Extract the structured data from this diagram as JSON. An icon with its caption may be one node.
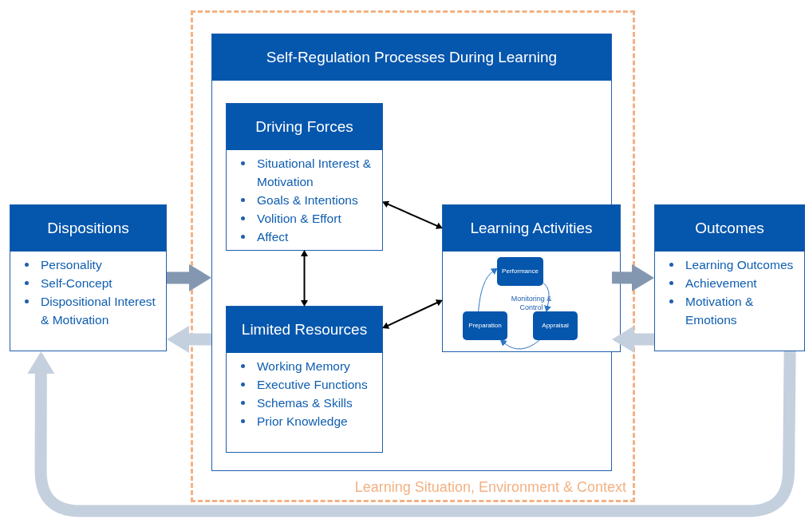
{
  "diagram": {
    "nodes": [
      {
        "text": [
          "Learning Situation, Environment & Context"
        ]
      },
      {
        "text": [
          "Self-Regulation Processes During Learning"
        ],
        "in": 0
      },
      {
        "text": [
          "Driving Forces",
          "Situational Interest & Motivation",
          "Goals & Intentions",
          "Volition & Effort",
          "Affect"
        ],
        "in": 1
      },
      {
        "text": [
          "Limited Resources",
          "Working Memory",
          "Executive Functions",
          "Schemas & Skills",
          "Prior Knowledge"
        ],
        "in": 1
      },
      {
        "text": [
          "Learning Activities",
          "Monitoring & Control"
        ],
        "in": 1
      },
      {
        "text": [
          "Performance"
        ],
        "in": 4
      },
      {
        "text": [
          "Preparation"
        ],
        "in": 4
      },
      {
        "text": [
          "Appraisal"
        ],
        "in": 4
      },
      {
        "text": [
          "Dispositions",
          "Personality",
          "Self-Concept",
          "Dispositional Interest & Motivation"
        ]
      },
      {
        "text": [
          "Outcomes",
          "Learning Outcomes",
          "Achievement",
          "Motivation & Emotions"
        ]
      }
    ],
    "edges": [
      {
        "from": 2,
        "to": 4,
        "arrow": "both"
      },
      {
        "from": 2,
        "to": 3,
        "arrow": "both"
      },
      {
        "from": 3,
        "to": 4,
        "arrow": "both"
      },
      {
        "from": 5,
        "to": 7,
        "arrow": "to",
        "color": "#2e75c7"
      },
      {
        "from": 7,
        "to": 6,
        "arrow": "to",
        "color": "#2e75c7"
      },
      {
        "from": 6,
        "to": 5,
        "arrow": "to",
        "color": "#2e75c7"
      },
      {
        "from": 8,
        "to": 1,
        "arrow": "to",
        "style": "thick",
        "color": "#8497b0"
      },
      {
        "from": 1,
        "to": 8,
        "arrow": "to",
        "style": "thick",
        "color": "#c5d0de"
      },
      {
        "from": 1,
        "to": 9,
        "arrow": "to",
        "style": "thick",
        "color": "#8497b0"
      },
      {
        "from": 9,
        "to": 1,
        "arrow": "to",
        "style": "thick",
        "color": "#c5d0de"
      },
      {
        "from": 9,
        "to": 8,
        "arrow": "to",
        "style": "thick",
        "color": "#c5d0de"
      }
    ]
  }
}
